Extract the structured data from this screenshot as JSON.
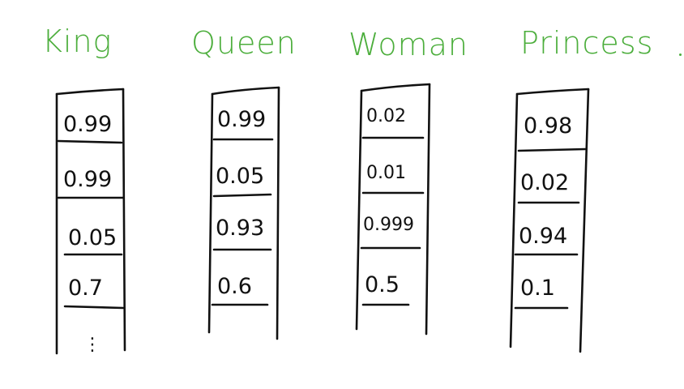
{
  "ink_color": "#4cae3c",
  "vectors": [
    {
      "word": "King",
      "values": [
        "0.99",
        "0.99",
        "0.05",
        "0.7"
      ],
      "ellipsis": "⋮"
    },
    {
      "word": "Queen",
      "values": [
        "0.99",
        "0.05",
        "0.93",
        "0.6"
      ]
    },
    {
      "word": "Woman",
      "values": [
        "0.02",
        "0.01",
        "0.999",
        "0.5"
      ]
    },
    {
      "word": "Princess",
      "values": [
        "0.98",
        "0.02",
        "0.94",
        "0.1"
      ]
    }
  ]
}
